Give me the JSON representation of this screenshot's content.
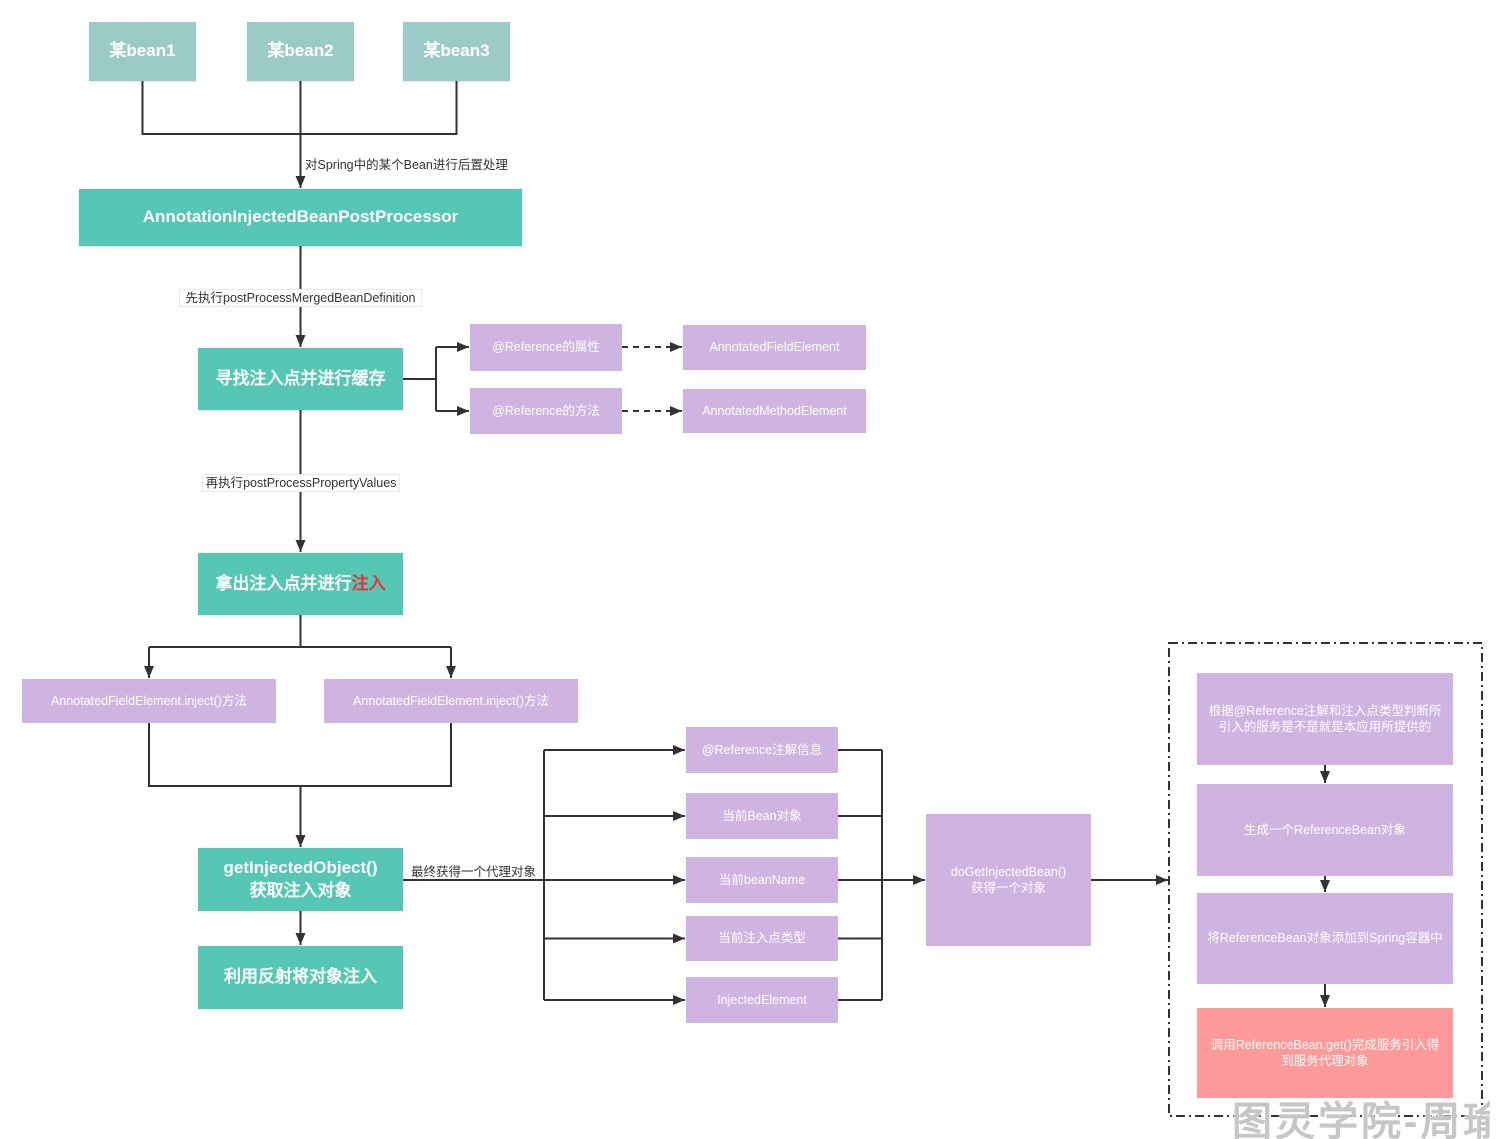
{
  "nodes": {
    "bean1": "某bean1",
    "bean2": "某bean2",
    "bean3": "某bean3",
    "post_processor": "AnnotationInjectedBeanPostProcessor",
    "find_injection_points": "寻找注入点并进行缓存",
    "reference_field": "@Reference的属性",
    "reference_method": "@Reference的方法",
    "annotated_field_element": "AnnotatedFieldElement",
    "annotated_method_element": "AnnotatedMethodElement",
    "take_injection_points": {
      "text": "拿出注入点并进行",
      "highlight": "注入"
    },
    "inject_method_left": "AnnotatedFieldElement.inject()方法",
    "inject_method_right": "AnnotatedFieldElement.inject()方法",
    "get_injected_object": {
      "line1": "getInjectedObject()",
      "line2": "获取注入对象"
    },
    "reflection_inject": "利用反射将对象注入",
    "reference_annotation_info": "@Reference注解信息",
    "current_bean": "当前Bean对象",
    "current_bean_name": "当前beanName",
    "current_injection_point_type": "当前注入点类型",
    "injected_element": "InjectedElement",
    "do_get_injected_bean": {
      "line1": "doGetInjectedBean()",
      "line2": "获得一个对象"
    },
    "check_local_service": "根据@Reference注解和注入点类型判断所引入的服务是不是就是本应用所提供的",
    "create_reference_bean": "生成一个ReferenceBean对象",
    "register_reference_bean": "将ReferenceBean对象添加到Spring容器中",
    "get_service_proxy": "调用ReferenceBean.get()完成服务引入得到服务代理对象"
  },
  "edge_labels": {
    "post_process": "对Spring中的某个Bean进行后置处理",
    "merged_bean_definition": "先执行postProcessMergedBeanDefinition",
    "property_values": "再执行postProcessPropertyValues",
    "proxy_object": "最终获得一个代理对象"
  },
  "watermark": "图灵学院-周瑜",
  "colors": {
    "bean_node": "#9ccbc7",
    "primary_node": "#56c7b4",
    "detail_node": "#cfb3e1",
    "final_node": "#ff9a9a",
    "highlight_text": "#e8323a",
    "connector": "#333333"
  }
}
